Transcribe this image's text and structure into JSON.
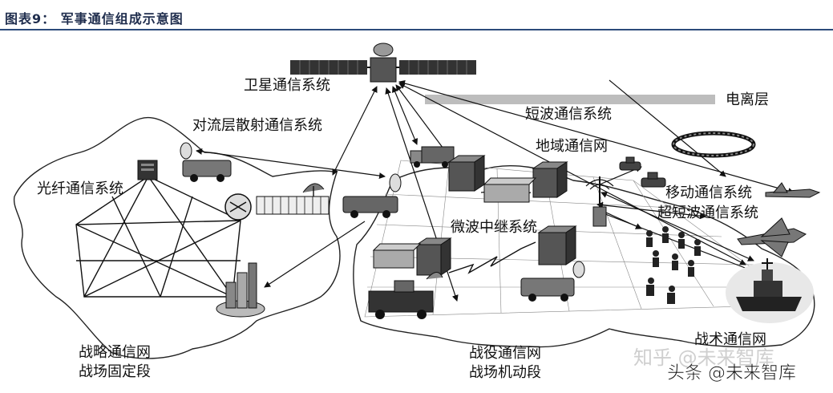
{
  "caption": "图表9：   军事通信组成示意图",
  "labels": {
    "satellite": "卫星通信系统",
    "ionosphere": "电离层",
    "troposcatter": "对流层散射通信系统",
    "shortwave": "短波通信系统",
    "area_network": "地域通信网",
    "fiber": "光纤通信系统",
    "mobile": "移动通信系统",
    "ultrashortwave": "超短波通信系统",
    "microwave_relay": "微波中继系统",
    "strategic_net": "战略通信网",
    "strategic_fixed": "战场固定段",
    "campaign_net": "战役通信网",
    "campaign_mobile": "战场机动段",
    "tactical_net": "战术通信网"
  },
  "watermark": {
    "faint": "知乎 @未来智库",
    "bold": "头条 @未来智库"
  }
}
